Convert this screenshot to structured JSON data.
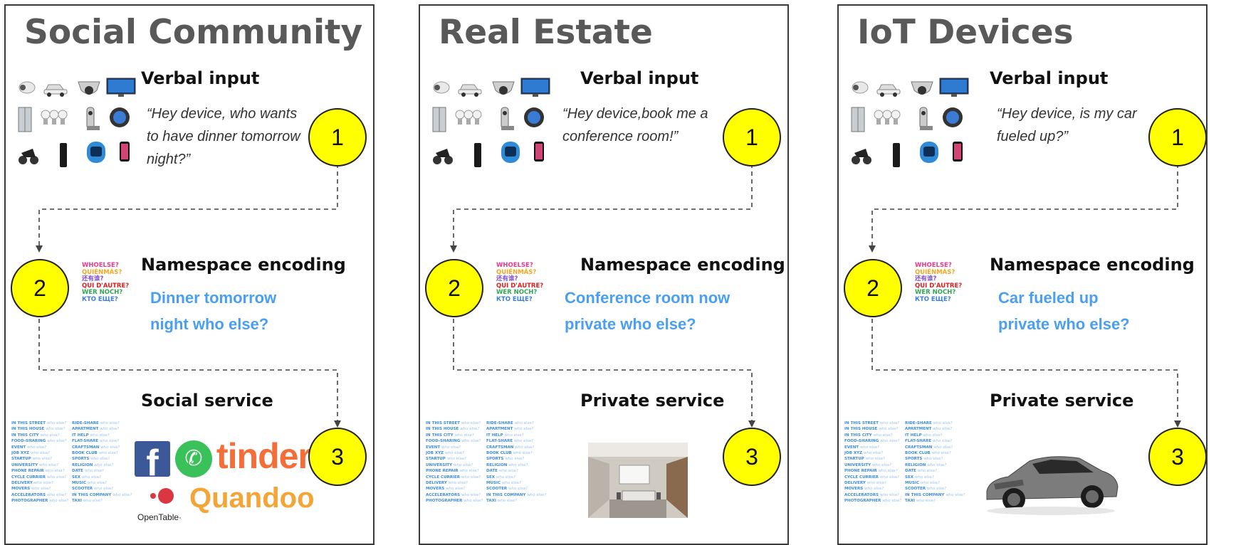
{
  "panels": [
    {
      "title": "Social Community",
      "verbal_heading": "Verbal input",
      "quote_lines": [
        "“Hey device, who wants",
        "to have dinner tomorrow",
        "night?”"
      ],
      "namespace_heading": "Namespace encoding",
      "encoded_lines": [
        "Dinner  tomorrow",
        "night who else?"
      ],
      "service_heading": "Social service",
      "steps": [
        "1",
        "2",
        "3"
      ]
    },
    {
      "title": "Real Estate",
      "verbal_heading": "Verbal input",
      "quote_lines": [
        "“Hey device,book me a",
        "conference room!”"
      ],
      "namespace_heading": "Namespace encoding",
      "encoded_lines": [
        "Conference room  now",
        "private who else?"
      ],
      "service_heading": "Private service",
      "steps": [
        "1",
        "2",
        "3"
      ]
    },
    {
      "title": "IoT Devices",
      "verbal_heading": "Verbal input",
      "quote_lines": [
        "“Hey device, is my car",
        "fueled up?”"
      ],
      "namespace_heading": "Namespace encoding",
      "encoded_lines": [
        "Car  fueled up",
        "private who else?"
      ],
      "service_heading": "Private service",
      "steps": [
        "1",
        "2",
        "3"
      ]
    }
  ],
  "whoelse_logo": {
    "lines": [
      "WHOELSE?",
      "QUIÉNMÁS?",
      "还有谁?",
      "QUI D'AUTRE?",
      "WER NOCH?",
      "КТО ЕЩЕ?"
    ],
    "colors": [
      "#e8398c",
      "#f5a623",
      "#7b4cc9",
      "#e02020",
      "#2fa84f",
      "#3d7fd6"
    ]
  },
  "service_list": {
    "suffix": "who else?",
    "col1": [
      "IN THIS STREET",
      "IN THIS HOUSE",
      "IN THIS CITY",
      "FOOD-SHARING",
      "EVENT",
      "JOB XYZ",
      "STARTUP",
      "UNIVERSITY",
      "PHONE REPAIR",
      "CYCLE CURRIER",
      "DELIVERY",
      "MOVERS",
      "ACCELERATORS",
      "PHOTOGRAPHER"
    ],
    "col2": [
      "RIDE-SHARE",
      "APARTMENT",
      "IT HELP",
      "FLAT-SHARE",
      "CRAFTSMAN",
      "BOOK CLUB",
      "SPORTS",
      "RELIGION",
      "DATE",
      "SEX",
      "MUSIC",
      "SCOOTER",
      "IN THIS COMPANY",
      "TAXI"
    ]
  },
  "logos": {
    "facebook": "f",
    "tinder": "tinder",
    "quandoo": "Quandoo",
    "opentable": "OpenTable·"
  },
  "colors": {
    "step_circle": "#ffff00",
    "encoded_text": "#4a9ff0",
    "title": "#595959"
  }
}
